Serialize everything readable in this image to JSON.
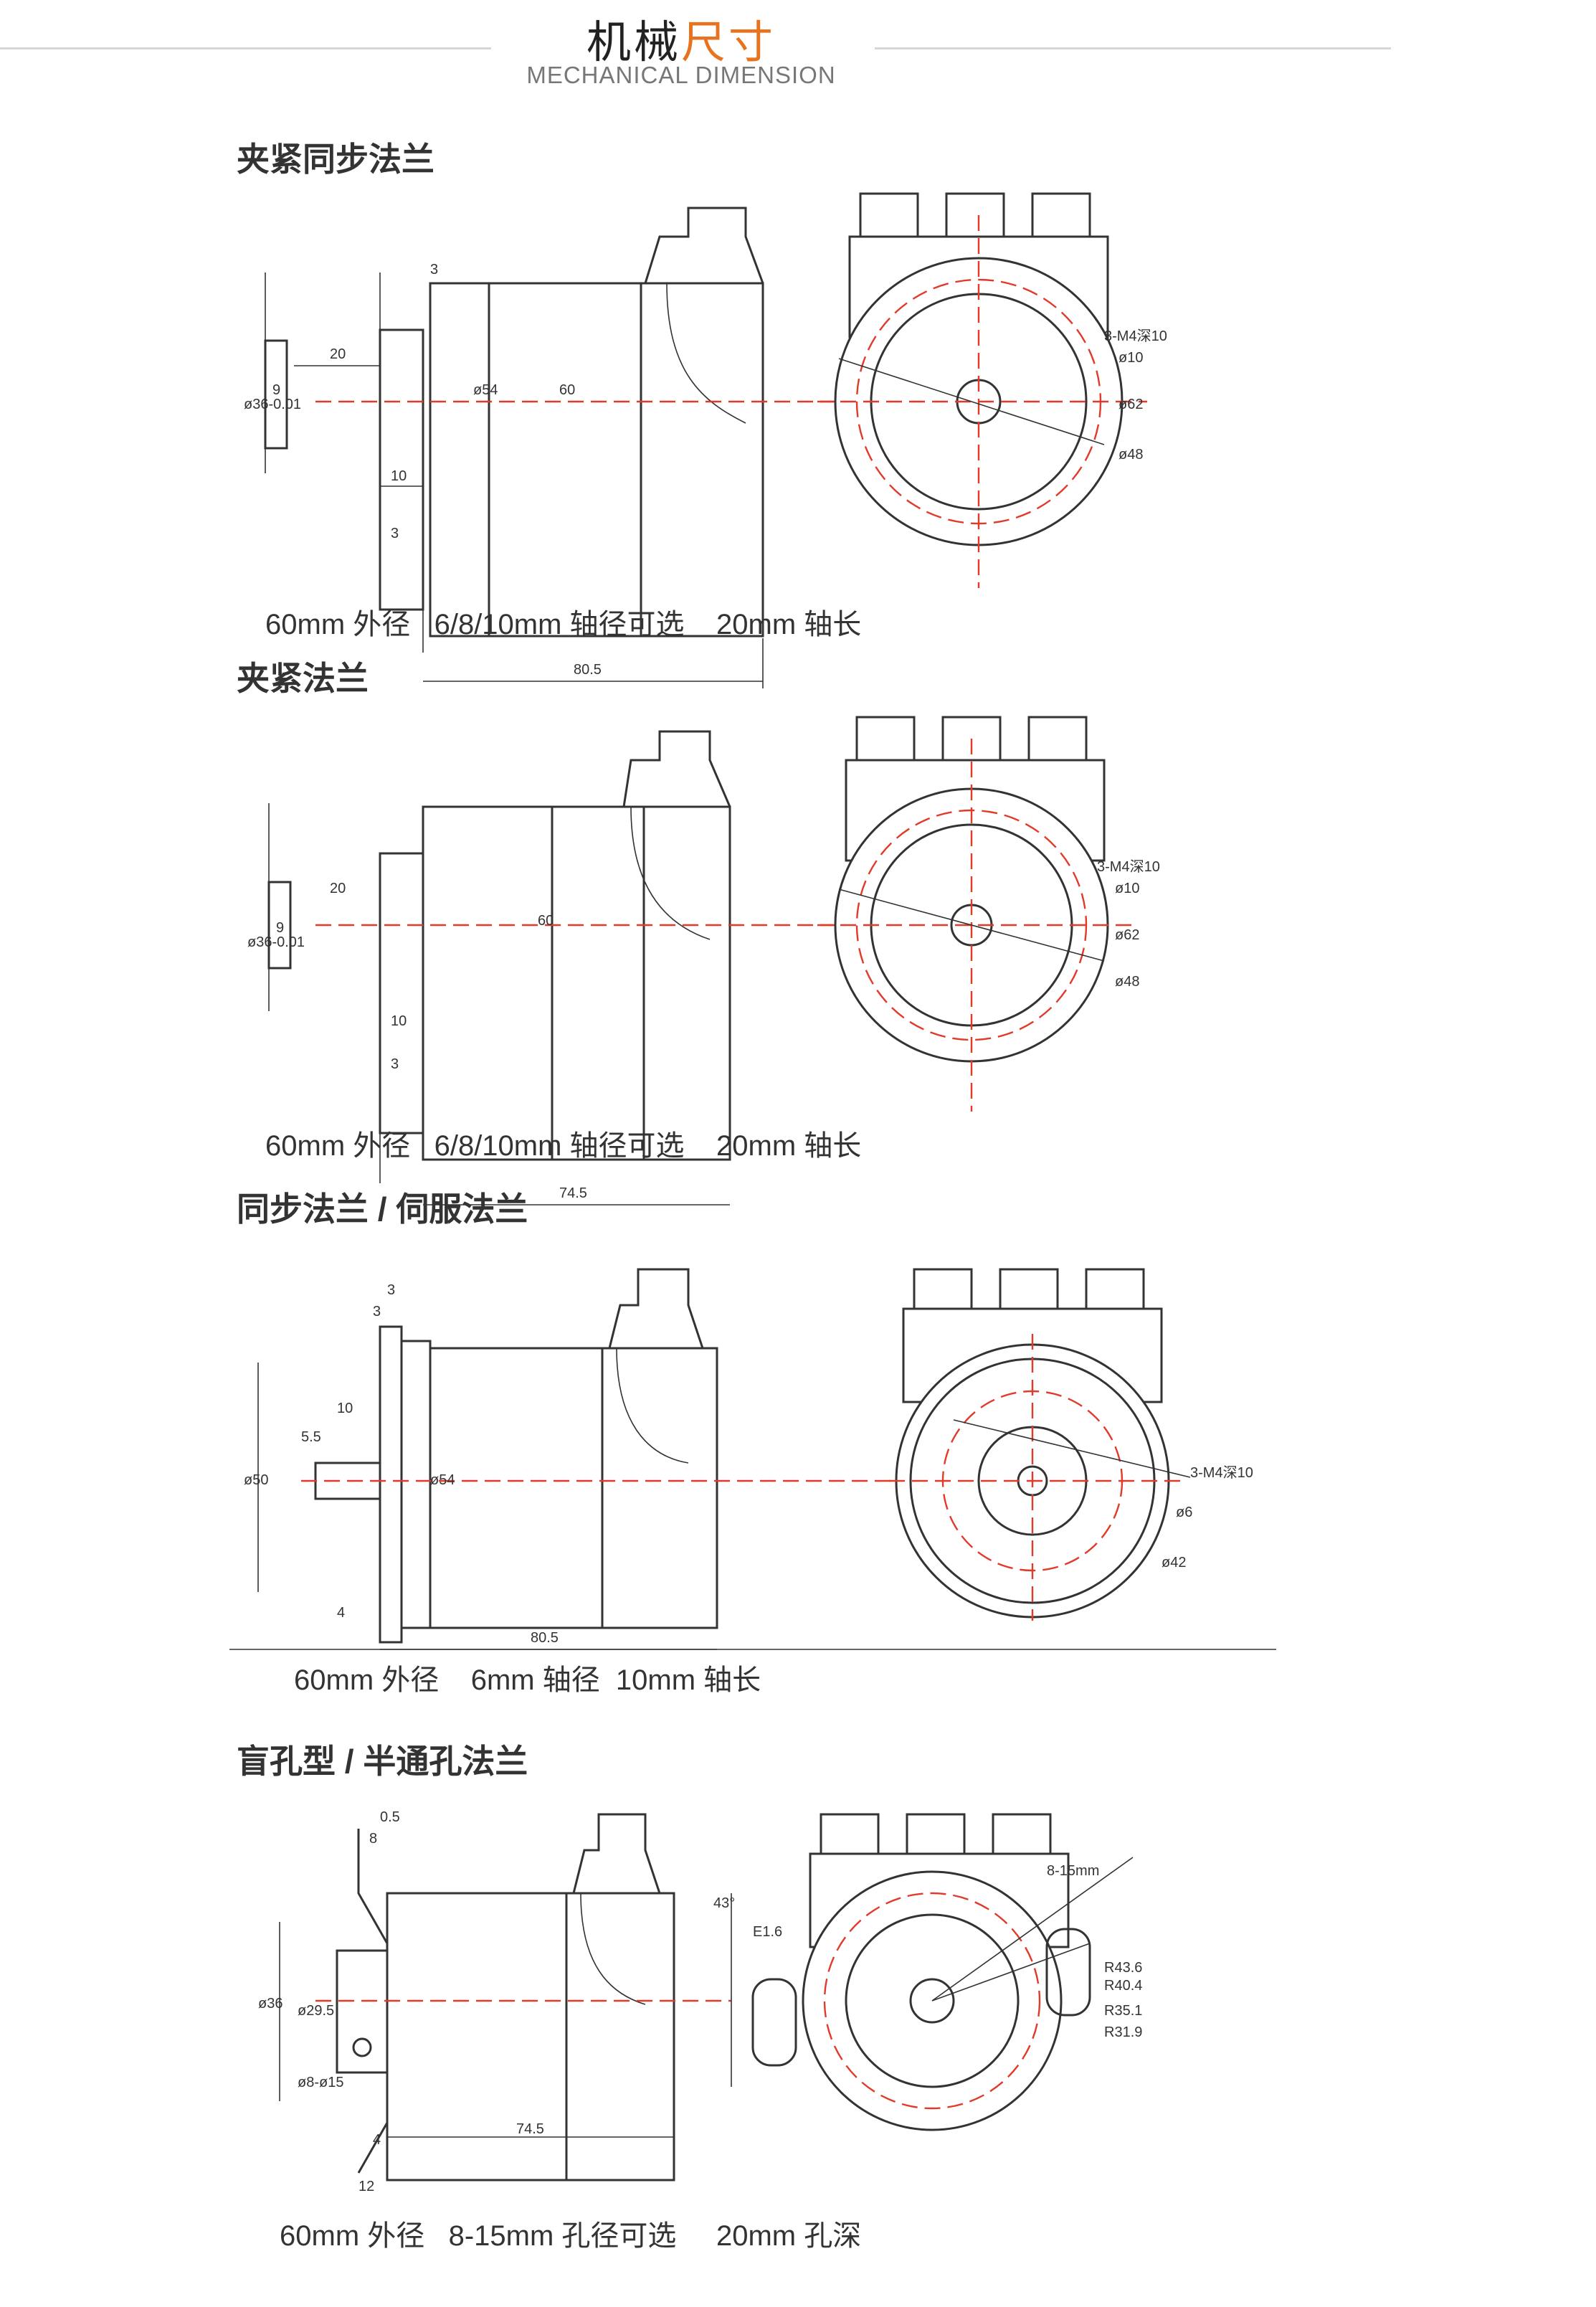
{
  "header": {
    "title_a": "机械",
    "title_b": "尺寸",
    "subtitle": "MECHANICAL DIMENSION"
  },
  "sections": [
    {
      "title": "夹紧同步法兰",
      "caption": "60mm 外径   6/8/10mm 轴径可选    20mm 轴长",
      "side_dims": [
        "3",
        "20",
        "ø36-0.01",
        "9",
        "ø54",
        "60",
        "10",
        "3",
        "80.5"
      ],
      "front_dims": [
        "3-M4深10",
        "ø10",
        "ø62",
        "ø48"
      ]
    },
    {
      "title": "夹紧法兰",
      "caption": "60mm 外径   6/8/10mm 轴径可选    20mm 轴长",
      "side_dims": [
        "20",
        "ø36-0.01",
        "9",
        "60",
        "10",
        "3",
        "74.5"
      ],
      "front_dims": [
        "3-M4深10",
        "ø10",
        "ø62",
        "ø48"
      ]
    },
    {
      "title": "同步法兰 / 伺服法兰",
      "caption": "60mm 外径    6mm 轴径  10mm 轴长",
      "side_dims": [
        "3",
        "3",
        "10",
        "5.5",
        "ø50",
        "ø54",
        "4",
        "80.5"
      ],
      "front_dims": [
        "3-M4深10",
        "ø6",
        "ø42"
      ]
    },
    {
      "title": "盲孔型 / 半通孔法兰",
      "caption": "60mm 外径   8-15mm 孔径可选     20mm 孔深",
      "side_dims": [
        "0.5",
        "8",
        "ø36",
        "ø29.5",
        "ø8-ø15",
        "4",
        "74.5",
        "12"
      ],
      "front_dims": [
        "43°",
        "E1.6",
        "8-15mm",
        "R43.6",
        "R40.4",
        "R35.1",
        "R31.9"
      ]
    }
  ],
  "colors": {
    "accent": "#e8731e",
    "centerline": "#e23a2a",
    "ink": "#333333"
  }
}
